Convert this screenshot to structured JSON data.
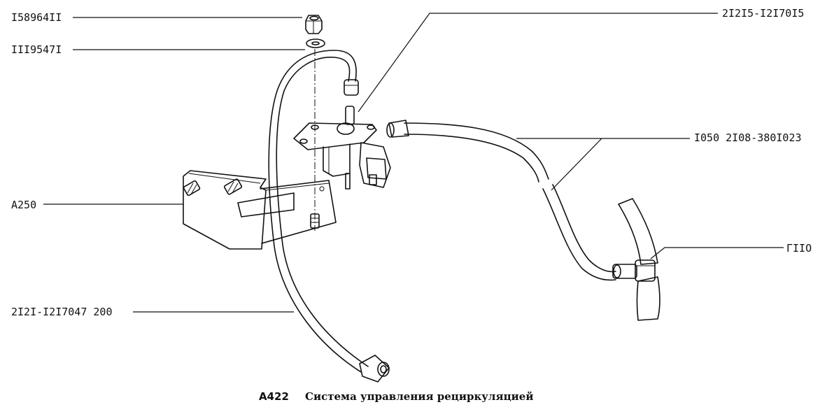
{
  "parts": {
    "nut": "I58964II",
    "washer": "III9547I",
    "valve": "2I2I5-I2I70I5",
    "hose_long": "I050 2I08-380I023",
    "bracket": "A250",
    "hose_short": "2I2I-I2I7047 200",
    "tee": "ГIIО"
  },
  "caption": {
    "code": "А422",
    "title": "Система управления рециркуляцией"
  },
  "colors": {
    "ink": "#111111",
    "background": "#ffffff"
  }
}
